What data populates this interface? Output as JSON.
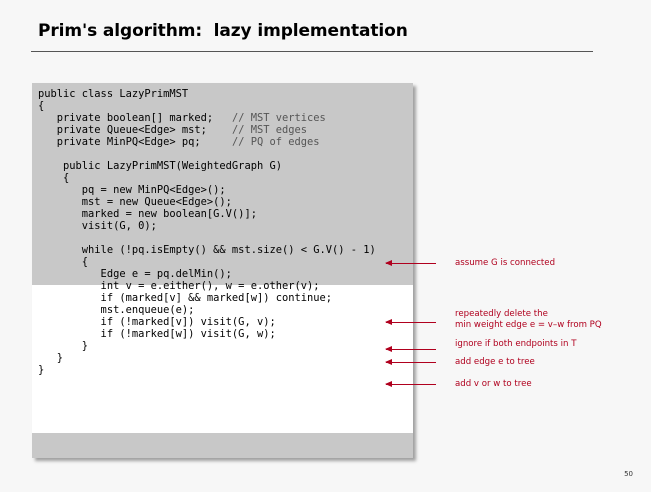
{
  "slide": {
    "title": "Prim's algorithm:  lazy implementation",
    "page_number": "50"
  },
  "code": {
    "lines": [
      {
        "code": "public class LazyPrimMST",
        "comment": ""
      },
      {
        "code": "{",
        "comment": ""
      },
      {
        "code": "   private boolean[] marked;   ",
        "comment": "// MST vertices"
      },
      {
        "code": "   private Queue<Edge> mst;    ",
        "comment": "// MST edges"
      },
      {
        "code": "   private MinPQ<Edge> pq;     ",
        "comment": "// PQ of edges"
      },
      {
        "code": "",
        "comment": ""
      },
      {
        "code": "    public LazyPrimMST(WeightedGraph G)",
        "comment": ""
      },
      {
        "code": "    {",
        "comment": ""
      },
      {
        "code": "       pq = new MinPQ<Edge>();",
        "comment": ""
      },
      {
        "code": "       mst = new Queue<Edge>();",
        "comment": ""
      },
      {
        "code": "       marked = new boolean[G.V()];",
        "comment": ""
      },
      {
        "code": "       visit(G, 0);",
        "comment": ""
      },
      {
        "code": "",
        "comment": ""
      },
      {
        "code": "       while (!pq.isEmpty() && mst.size() < G.V() - 1)",
        "comment": ""
      },
      {
        "code": "       {",
        "comment": ""
      },
      {
        "code": "          Edge e = pq.delMin();",
        "comment": ""
      },
      {
        "code": "          int v = e.either(), w = e.other(v);",
        "comment": ""
      },
      {
        "code": "          if (marked[v] && marked[w]) continue;",
        "comment": ""
      },
      {
        "code": "          mst.enqueue(e);",
        "comment": ""
      },
      {
        "code": "          if (!marked[v]) visit(G, v);",
        "comment": ""
      },
      {
        "code": "          if (!marked[w]) visit(G, w);",
        "comment": ""
      },
      {
        "code": "       }",
        "comment": ""
      },
      {
        "code": "   }",
        "comment": ""
      },
      {
        "code": "}",
        "comment": ""
      }
    ]
  },
  "annotations": {
    "connected": "assume G is connected",
    "delete_line1": "repeatedly delete the",
    "delete_line2": "min weight edge e = v–w from PQ",
    "ignore": "ignore if both endpoints in T",
    "add_edge": "add edge e to tree",
    "add_vertex": "add v or w to tree"
  },
  "colors": {
    "accent": "#b0001e",
    "code_background": "#c8c8c8",
    "highlight_background": "#ffffff"
  }
}
